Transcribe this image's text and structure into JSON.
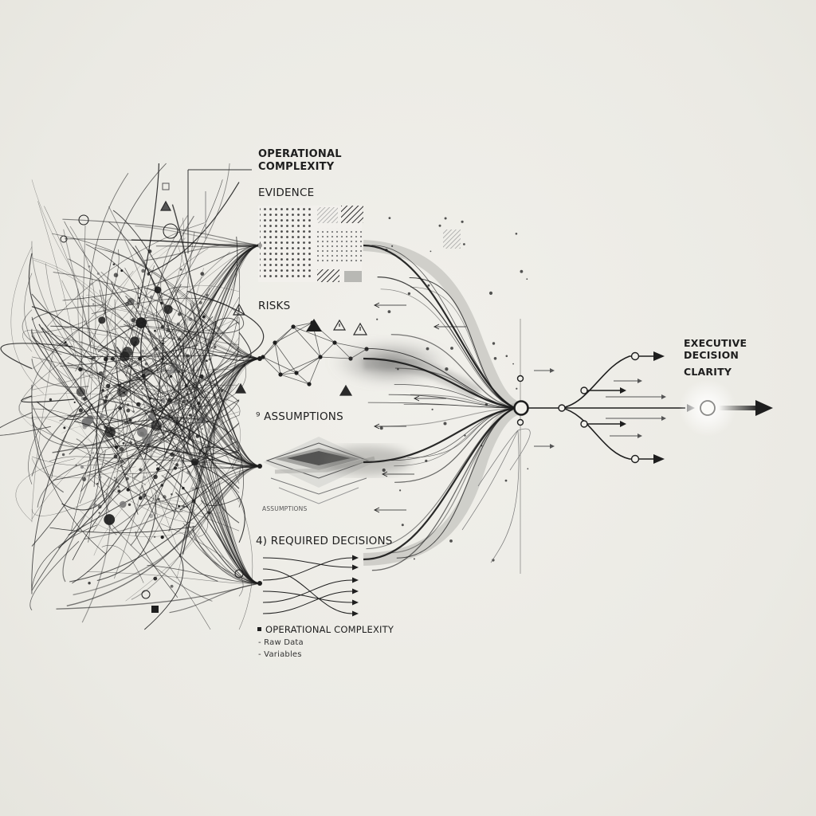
{
  "header": {
    "line1": "OPERATIONAL",
    "line2": "COMPLEXITY"
  },
  "stages": {
    "evidence": "EVIDENCE",
    "risks": "RISKS",
    "assumptions": "⁹ ASSUMPTIONS",
    "assumptions_caption": "ASSUMPTIONS",
    "required_decisions": "4) REQUIRED DECISIONS"
  },
  "legend": {
    "title": "OPERATIONAL COMPLEXITY",
    "items": [
      "- Raw Data",
      "- Variables"
    ]
  },
  "outcome": {
    "line1": "EXECUTIVE",
    "line2": "DECISION",
    "line3": "CLARITY"
  },
  "colors": {
    "ink": "#1e1e1e",
    "paper": "#edece6",
    "mid_gray": "#8a8a8a",
    "light_gray": "#c4c4c0"
  },
  "icons": [
    "warning-triangle-icon",
    "arrowhead-icon",
    "node-circle-icon",
    "bullet-square-icon"
  ]
}
